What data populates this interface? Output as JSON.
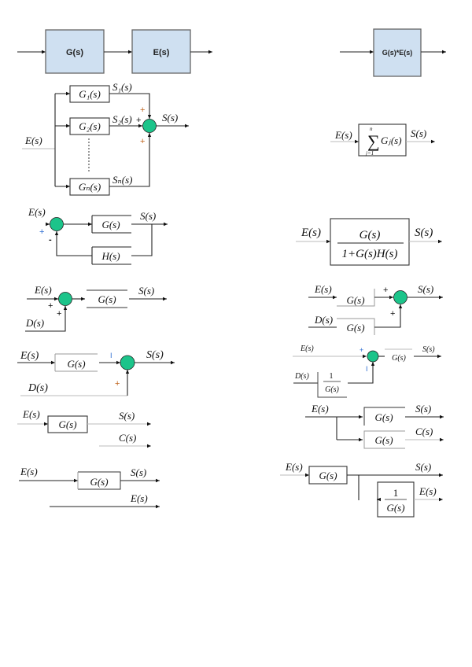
{
  "colors": {
    "summer": "#1cc48a",
    "block_fill": "#cfe0f1"
  },
  "diagrams": {
    "series": {
      "left": {
        "block1": "G(s)",
        "block2": "E(s)"
      },
      "right": {
        "block": "G(s)*E(s)"
      }
    },
    "parallel": {
      "left": {
        "input": "E(s)",
        "blocks": [
          "G₁(s)",
          "G₂(s)",
          "Gₙ(s)"
        ],
        "outputs": [
          "S₁(s)",
          "S₂(s)",
          "Sₙ(s)"
        ],
        "signs": [
          "+",
          "+",
          "+"
        ],
        "output": "S(s)"
      },
      "right": {
        "input": "E(s)",
        "sum_symbol": "∑",
        "sum_top": "n",
        "sum_bottom": "j=1",
        "block": "Gⱼ(s)",
        "output": "S(s)"
      }
    },
    "feedback": {
      "left": {
        "input": "E(s)",
        "forward": "G(s)",
        "feedback": "H(s)",
        "output": "S(s)",
        "sign_in": "+",
        "sign_fb": "-"
      },
      "right": {
        "input": "E(s)",
        "numerator": "G(s)",
        "denominator": "1+G(s)H(s)",
        "output": "S(s)"
      }
    },
    "move_summer_ahead": {
      "left": {
        "input": "E(s)",
        "disturbance": "D(s)",
        "block": "G(s)",
        "output": "S(s)",
        "sign1": "+",
        "sign2": "+"
      },
      "right": {
        "input": "E(s)",
        "disturbance": "D(s)",
        "block1": "G(s)",
        "block2": "G(s)",
        "output": "S(s)",
        "sign1": "+",
        "sign2": "+"
      }
    },
    "move_summer_behind": {
      "left": {
        "input": "E(s)",
        "disturbance": "D(s)",
        "block": "G(s)",
        "output": "S(s)",
        "sign1": "I",
        "sign2": "+"
      },
      "right": {
        "input": "E(s)",
        "disturbance": "D(s)",
        "inv_num": "1",
        "inv_den": "G(s)",
        "block": "G(s)",
        "output": "S(s)",
        "sign1": "+",
        "sign2": "I"
      }
    },
    "takeoff_ahead": {
      "left": {
        "input": "E(s)",
        "block": "G(s)",
        "output1": "S(s)",
        "output2": "C(s)"
      },
      "right": {
        "input": "E(s)",
        "block1": "G(s)",
        "block2": "G(s)",
        "output1": "S(s)",
        "output2": "C(s)"
      }
    },
    "takeoff_behind": {
      "left": {
        "input": "E(s)",
        "block": "G(s)",
        "output1": "S(s)",
        "output2": "E(s)"
      },
      "right": {
        "input": "E(s)",
        "block": "G(s)",
        "inv_num": "1",
        "inv_den": "G(s)",
        "output1": "S(s)",
        "output2": "E(s)"
      }
    }
  }
}
